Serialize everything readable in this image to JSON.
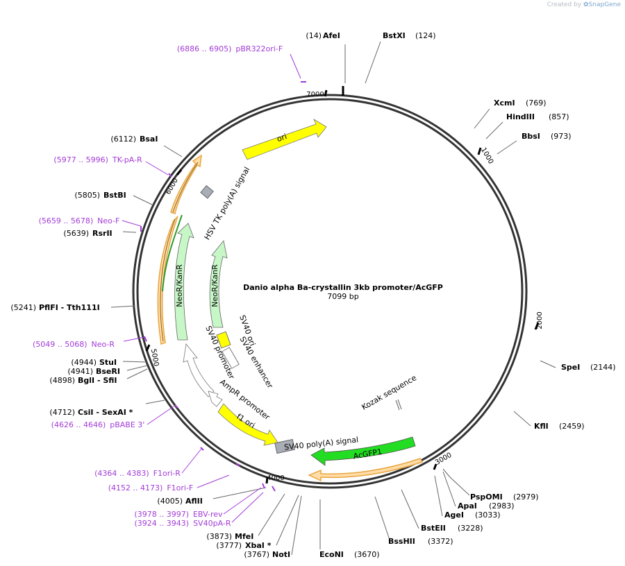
{
  "branding": {
    "created_by": "Created by",
    "product": "SnapGene"
  },
  "plasmid": {
    "name": "Danio alpha Ba-crystallin 3kb promoter/AcGFP",
    "length_label": "7099 bp",
    "length": 7099
  },
  "colors": {
    "backbone": "#333333",
    "primer": "#a23bd6",
    "ori": "#ffff00",
    "neo": "#c7f7c7",
    "acgfp": "#22dd22",
    "orf": "#ffdca8",
    "orf_edge": "#e8a640",
    "orf_arrow": "#b07a20",
    "orf_green": "#2c9a2c",
    "polyA": "#a9adb6",
    "promoter": "#ffffff",
    "leader": "#666666"
  },
  "enzymes": [
    {
      "name": "AfeI",
      "pos_label": "(14)"
    },
    {
      "name": "BstXI",
      "pos_label": "(124)"
    },
    {
      "name": "XcmI",
      "pos_label": "(769)"
    },
    {
      "name": "HindIII",
      "pos_label": "(857)"
    },
    {
      "name": "BbsI",
      "pos_label": "(973)"
    },
    {
      "name": "SpeI",
      "pos_label": "(2144)"
    },
    {
      "name": "KflI",
      "pos_label": "(2459)"
    },
    {
      "name": "PspOMI",
      "pos_label": "(2979)"
    },
    {
      "name": "ApaI",
      "pos_label": "(2983)"
    },
    {
      "name": "AgeI",
      "pos_label": "(3033)"
    },
    {
      "name": "BstEII",
      "pos_label": "(3228)"
    },
    {
      "name": "BssHII",
      "pos_label": "(3372)"
    },
    {
      "name": "EcoNI",
      "pos_label": "(3670)"
    },
    {
      "name": "NotI",
      "pos_label": "(3767)"
    },
    {
      "name": "XbaI *",
      "pos_label": "(3777)"
    },
    {
      "name": "MfeI",
      "pos_label": "(3873)"
    },
    {
      "name": "AflII",
      "pos_label": "(4005)"
    },
    {
      "name": "CsiI   - SexAI *",
      "pos_label": "(4712)"
    },
    {
      "name": "BglI   - SfiI",
      "pos_label": "(4898)"
    },
    {
      "name": "BseRI",
      "pos_label": "(4941)"
    },
    {
      "name": "StuI",
      "pos_label": "(4944)"
    },
    {
      "name": "PflFI   - Tth111I",
      "pos_label": "(5241)"
    },
    {
      "name": "RsrII",
      "pos_label": "(5639)"
    },
    {
      "name": "BstBI",
      "pos_label": "(5805)"
    },
    {
      "name": "BsaI",
      "pos_label": "(6112)"
    }
  ],
  "primers": [
    {
      "range": "(6886 .. 6905)",
      "name": "pBR322ori-F"
    },
    {
      "range": "(5977 .. 5996)",
      "name": "TK-pA-R"
    },
    {
      "range": "(5659 .. 5678)",
      "name": "Neo-F"
    },
    {
      "range": "(5049 .. 5068)",
      "name": "Neo-R"
    },
    {
      "range": "(4626 .. 4646)",
      "name": "pBABE 3'"
    },
    {
      "range": "(4364 .. 4383)",
      "name": "F1ori-R"
    },
    {
      "range": "(4152 .. 4173)",
      "name": "F1ori-F"
    },
    {
      "range": "(3978 .. 3997)",
      "name": "EBV-rev"
    },
    {
      "range": "(3924 .. 3943)",
      "name": "SV40pA-R"
    }
  ],
  "ticks": [
    "1000",
    "2000",
    "3000",
    "4000",
    "5000",
    "6000",
    "7000"
  ],
  "features": [
    {
      "name": "ori",
      "color": "#ffff00"
    },
    {
      "name": "HSV TK poly(A) signal",
      "color": "#a9adb6"
    },
    {
      "name": "NeoR/KanR",
      "color": "#c7f7c7"
    },
    {
      "name": "NeoR/KanR",
      "color": "#c7f7c7"
    },
    {
      "name": "SV40 ori",
      "color": "#ffff00"
    },
    {
      "name": "SV40 enhancer",
      "color": "#ffffff"
    },
    {
      "name": "SV40 promoter",
      "color": "#ffffff"
    },
    {
      "name": "AmpR promoter",
      "color": "#ffffff"
    },
    {
      "name": "f1 ori",
      "color": "#ffff00"
    },
    {
      "name": "SV40 poly(A) signal",
      "color": "#a9adb6"
    },
    {
      "name": "AcGFP1",
      "color": "#22dd22"
    },
    {
      "name": "Kozak sequence",
      "color": "#ffffff"
    }
  ]
}
